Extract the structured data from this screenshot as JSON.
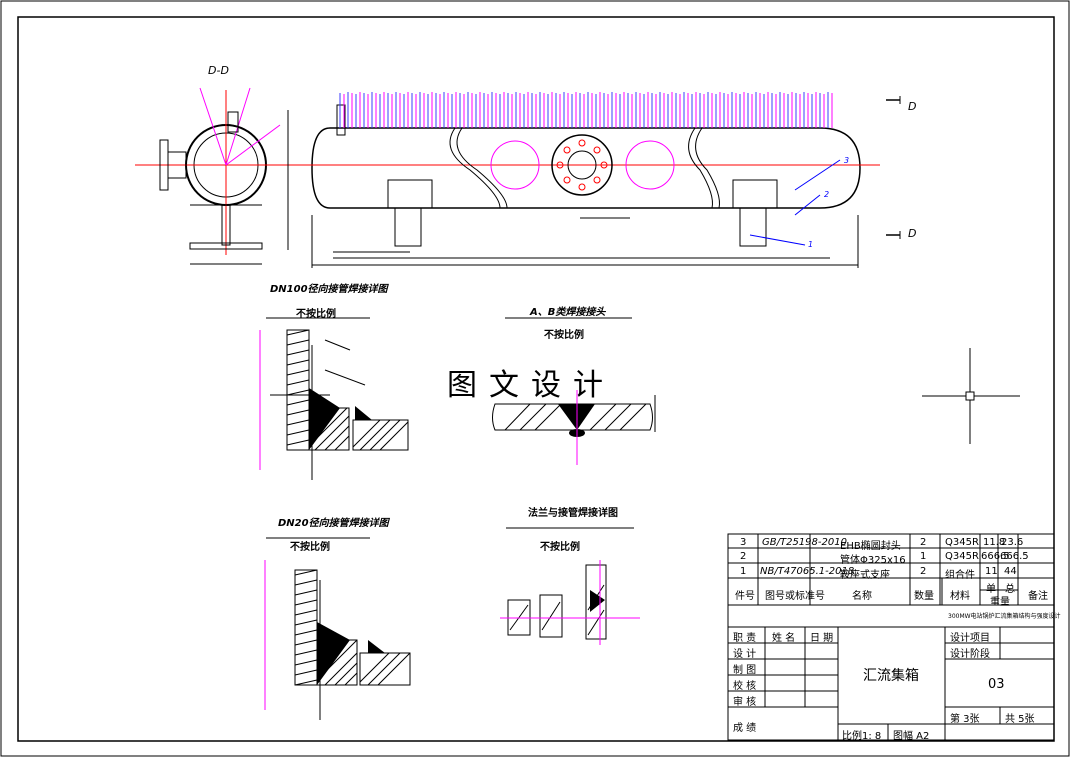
{
  "main_view": {
    "section_label": "D-D",
    "cut_labels": [
      "D",
      "D"
    ],
    "numbers": [
      "1",
      "2",
      "3"
    ],
    "title_block_overlay": "图文设计"
  },
  "details": {
    "d1": {
      "title": "DN100径向接管焊接详图",
      "scale": "不按比例"
    },
    "d2": {
      "title": "A、B类焊接接头",
      "scale": "不按比例"
    },
    "d3": {
      "title": "DN20径向接管焊接详图",
      "scale": "不按比例"
    },
    "d4": {
      "title": "法兰与接管焊接详图",
      "scale": "不按比例"
    }
  },
  "bom": {
    "rows": [
      {
        "no": "3",
        "std": "GB/T25198-2010",
        "name": "EHB椭圆封头",
        "qty": "2",
        "mat": "Q345R",
        "w1": "11.8",
        "w2": "23.6"
      },
      {
        "no": "2",
        "std": "",
        "name": "管体Φ325x16",
        "qty": "1",
        "mat": "Q345R",
        "w1": "666.5",
        "w2": "666.5"
      },
      {
        "no": "1",
        "std": "NB/T47065.1-2018",
        "name": "鞍座式支座",
        "qty": "2",
        "mat": "组合件",
        "w1": "11",
        "w2": "44"
      }
    ],
    "header": {
      "no": "件号",
      "std": "图号或标准号",
      "name": "名称",
      "qty": "数量",
      "mat": "材料",
      "w_single": "单",
      "w_total": "总",
      "w_label": "重量",
      "note": "备注"
    },
    "project": "300MW电站锅炉汇流集箱结构与强度设计"
  },
  "title_block": {
    "roles": [
      "职 责",
      "设 计",
      "制 图",
      "校 核",
      "审 核",
      "成 绩"
    ],
    "col_name": "姓 名",
    "col_date": "日 期",
    "drawing_name": "汇流集箱",
    "design_item": "设计项目",
    "design_stage": "设计阶段",
    "drawing_no": "03",
    "sheet": "第 3张",
    "total": "共 5张",
    "scale": "比例1: 8",
    "format": "图幅  A2"
  },
  "colors": {
    "line": "#000000",
    "center": "#ff0000",
    "dim": "#ff00ff",
    "tube": "#3c3cff"
  }
}
